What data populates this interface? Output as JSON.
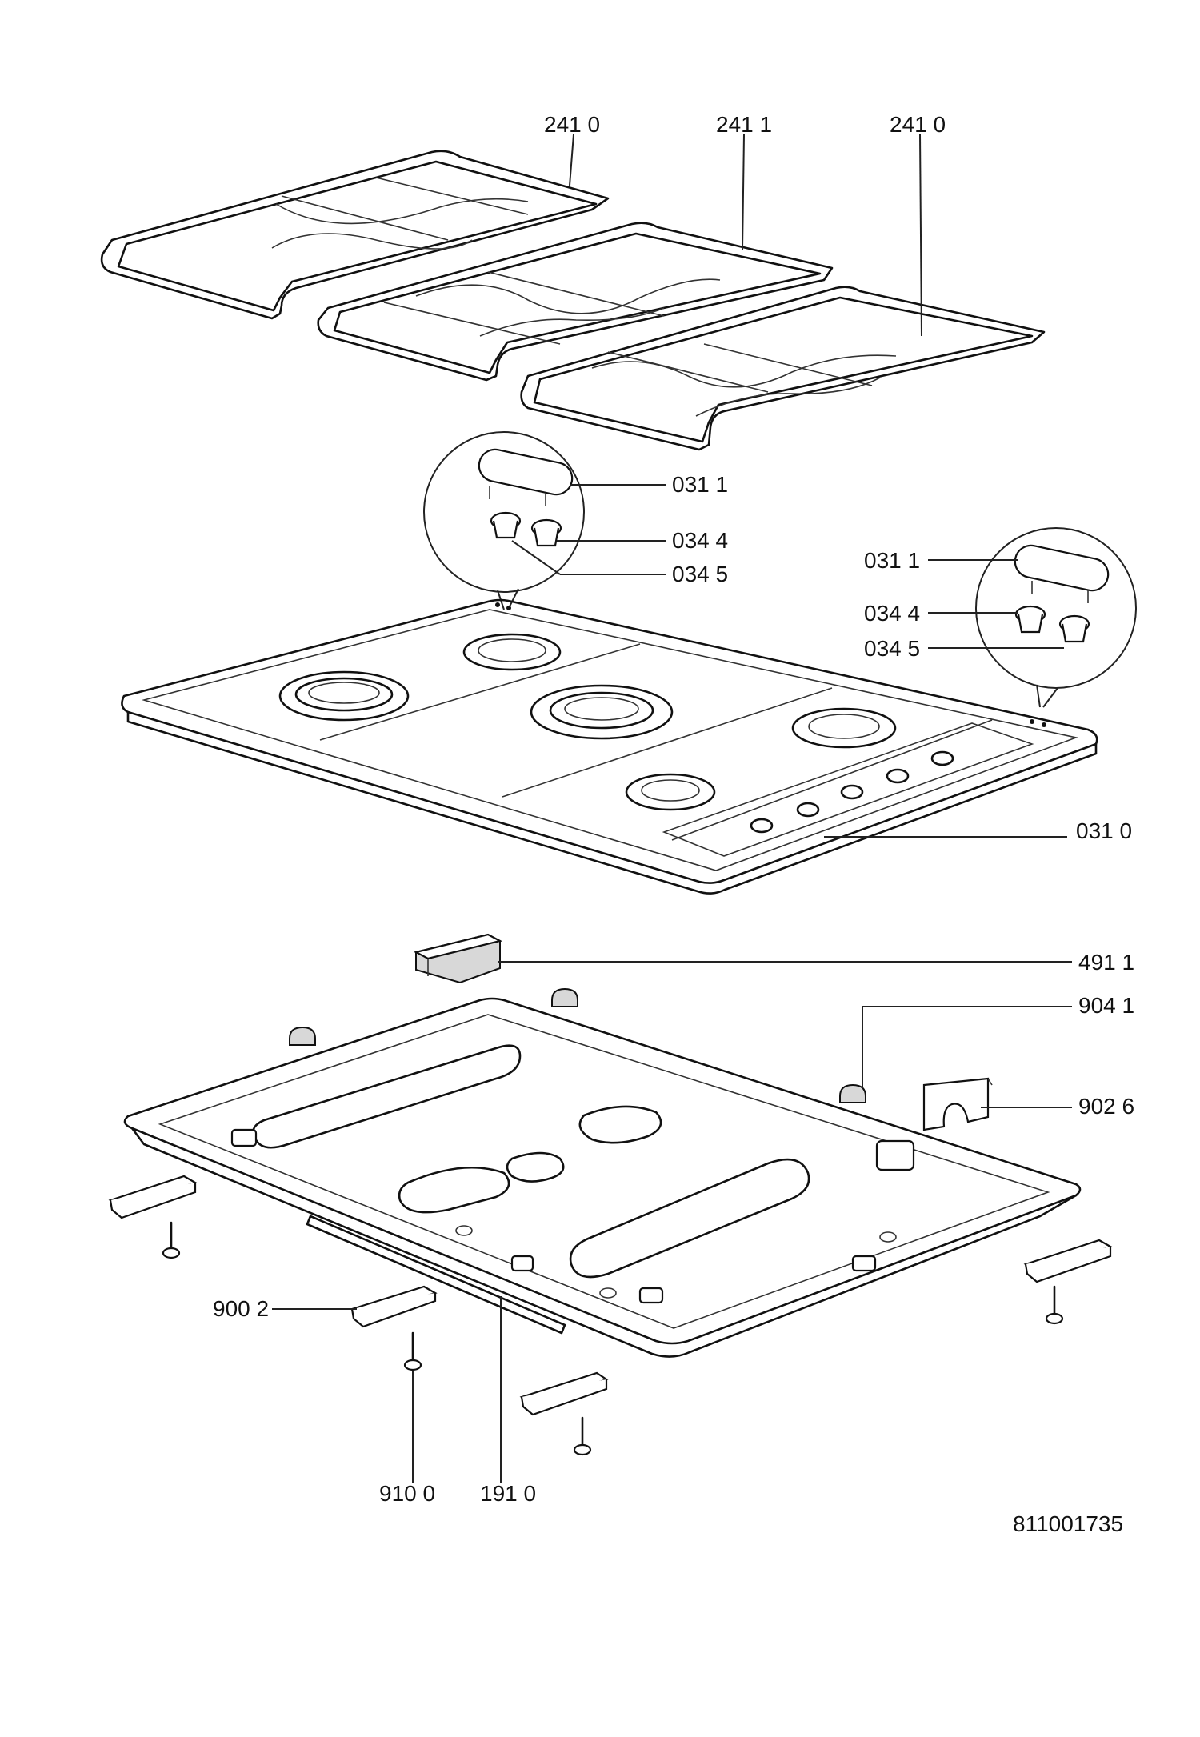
{
  "labels": {
    "grate_left": "241 0",
    "grate_center": "241 1",
    "grate_right": "241 0",
    "cap_left": "031 1",
    "bush_a_left": "034 4",
    "bush_b_left": "034 5",
    "cap_right": "031 1",
    "bush_a_right": "034 4",
    "bush_b_right": "034 5",
    "cooktop": "031 0",
    "bracket_box": "491 1",
    "bushing_small": "904 1",
    "bracket_plate": "902 6",
    "clamp": "900 2",
    "screw": "910 0",
    "seal_strip": "191 0"
  },
  "drawing_number": "811001735"
}
